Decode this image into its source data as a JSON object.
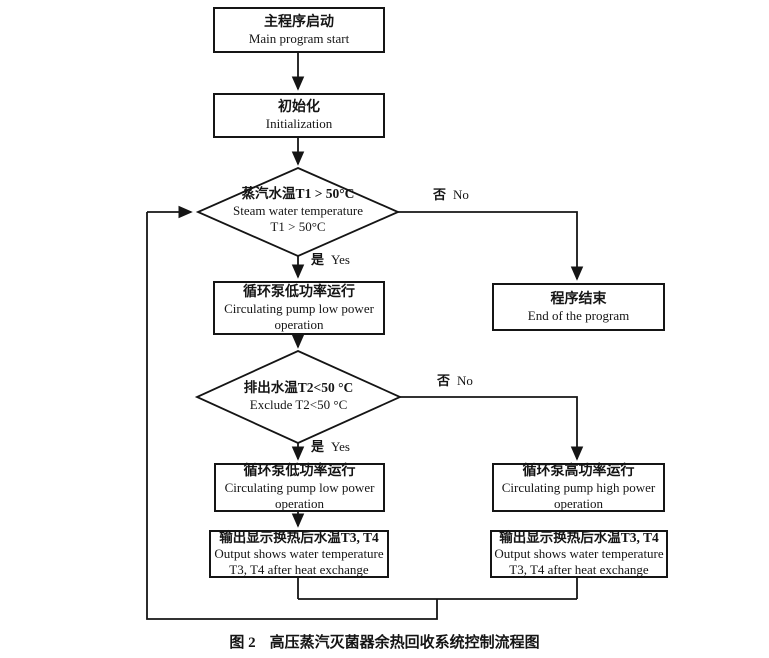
{
  "nodes": {
    "start": {
      "zh": "主程序启动",
      "en1": "Main program start"
    },
    "init": {
      "zh": "初始化",
      "en1": "Initialization"
    },
    "decision_t1": {
      "zh": "蒸汽水温T1 > 50°C",
      "en1": "Steam water temperature",
      "en2": "T1 > 50°C"
    },
    "program_end": {
      "zh": "程序结束",
      "en1": "End of the program"
    },
    "pump_low_1": {
      "zh": "循环泵低功率运行",
      "en1": "Circulating pump low power",
      "en2": "operation"
    },
    "decision_t2": {
      "zh": "排出水温T2<50 °C",
      "en1": "Exclude T2<50 °C"
    },
    "pump_low_2": {
      "zh": "循环泵低功率运行",
      "en1": "Circulating pump low power",
      "en2": "operation"
    },
    "pump_high": {
      "zh": "循环泵高功率运行",
      "en1": "Circulating pump high power",
      "en2": "operation"
    },
    "output_left": {
      "zh": "输出显示换热后水温T3, T4",
      "en1": "Output shows water temperature",
      "en2": "T3, T4 after heat exchange"
    },
    "output_right": {
      "zh": "输出显示换热后水温T3, T4",
      "en1": "Output shows water temperature",
      "en2": "T3, T4 after heat exchange"
    }
  },
  "branch_labels": {
    "no1": {
      "zh": "否",
      "en": "No"
    },
    "yes1": {
      "zh": "是",
      "en": "Yes"
    },
    "no2": {
      "zh": "否",
      "en": "No"
    },
    "yes2": {
      "zh": "是",
      "en": "Yes"
    }
  },
  "caption": {
    "prefix": "图 2",
    "title": "高压蒸汽灭菌器余热回收系统控制流程图"
  },
  "colors": {
    "line": "#151515",
    "text": "#151515",
    "background": "#ffffff"
  }
}
